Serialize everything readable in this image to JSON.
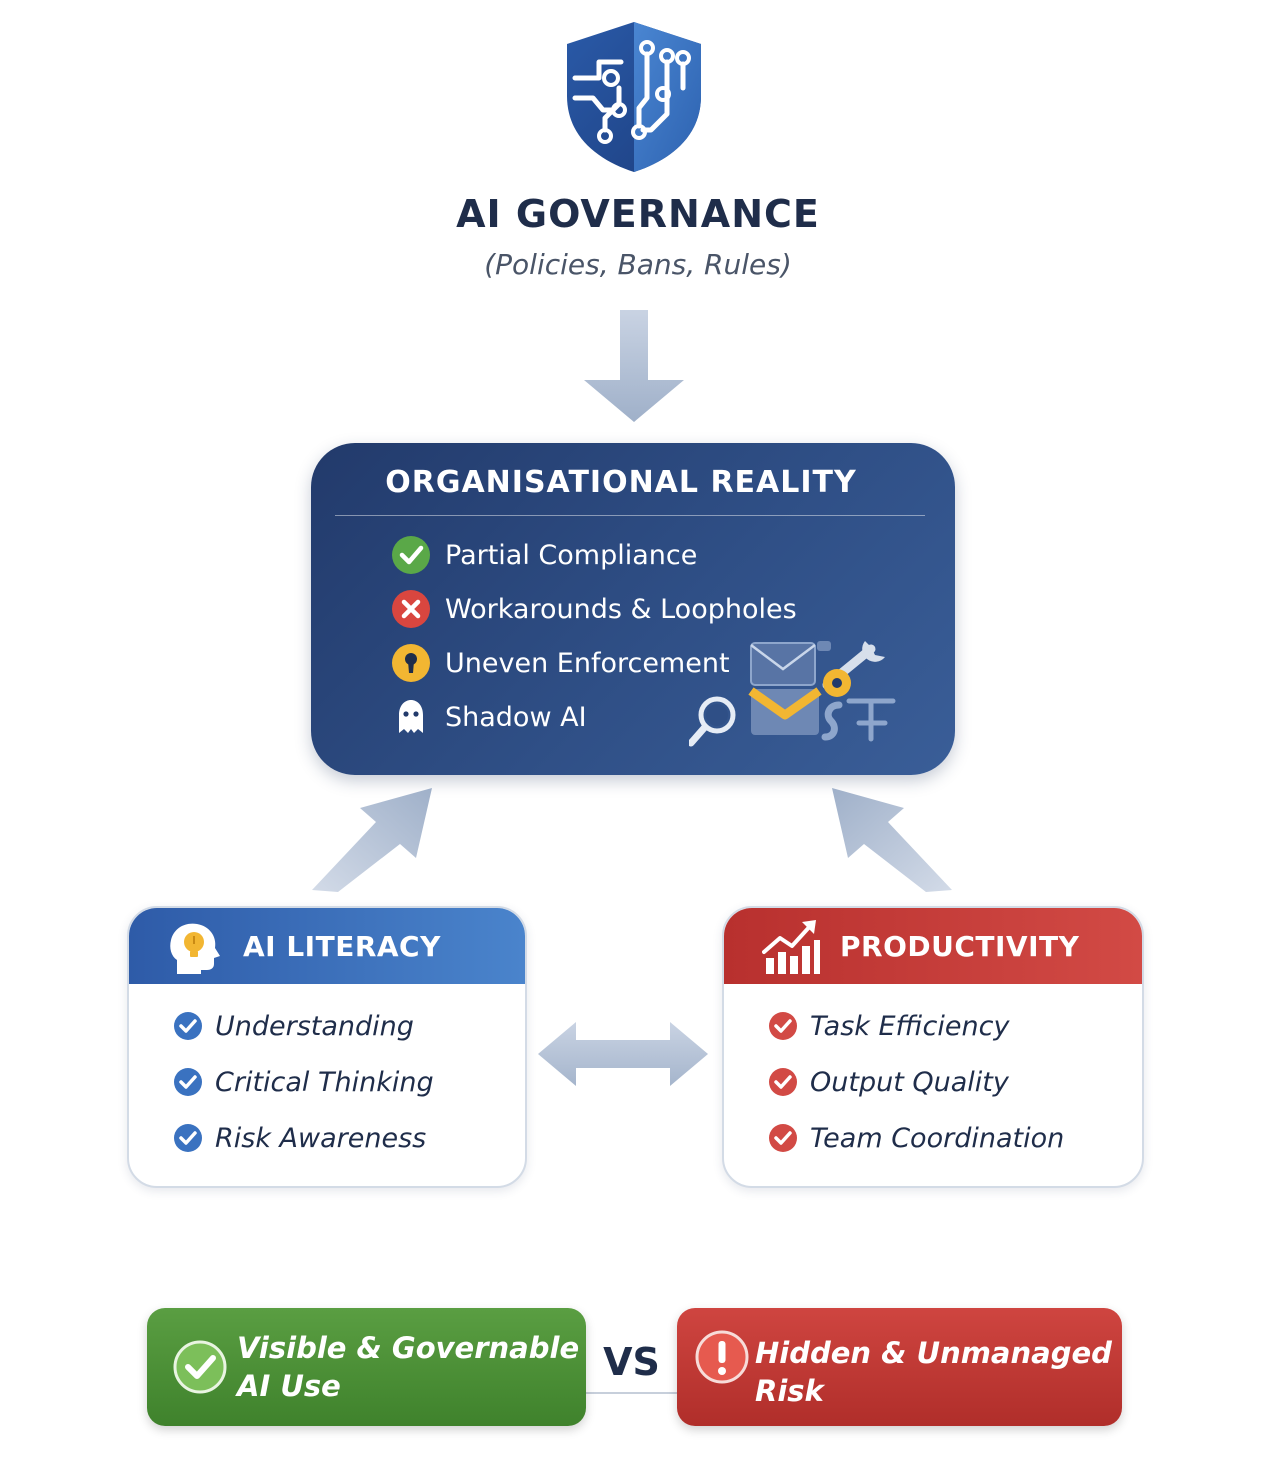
{
  "governance": {
    "title": "AI GOVERNANCE",
    "subtitle": "(Policies, Bans, Rules)",
    "icon": "shield-circuit-icon"
  },
  "org_reality": {
    "title": "ORGANISATIONAL REALITY",
    "items": [
      {
        "label": "Partial Compliance",
        "icon": "check-circle-icon"
      },
      {
        "label": "Workarounds & Loopholes",
        "icon": "x-circle-icon"
      },
      {
        "label": "Uneven Enforcement",
        "icon": "keyhole-icon"
      },
      {
        "label": "Shadow AI",
        "icon": "ghost-icon"
      }
    ],
    "tools_icon": "tools-collage-icon"
  },
  "ai_literacy": {
    "title": "AI LITERACY",
    "icon": "head-lightbulb-icon",
    "items": [
      "Understanding",
      "Critical Thinking",
      "Risk Awareness"
    ]
  },
  "productivity": {
    "title": "PRODUCTIVITY",
    "icon": "growth-chart-icon",
    "items": [
      "Task Efficiency",
      "Output Quality",
      "Team Coordination"
    ]
  },
  "comparison": {
    "left": {
      "line1": "Visible & Governable",
      "line2": "AI Use",
      "icon": "check-circle-icon"
    },
    "vs": "VS",
    "right": {
      "label": "Hidden & Unmanaged Risk",
      "icon": "exclamation-circle-icon"
    }
  },
  "colors": {
    "navy": "#223a6b",
    "blue": "#3a72c0",
    "red": "#c43a36",
    "green": "#4f9339",
    "arrow": "#b9c6da"
  }
}
